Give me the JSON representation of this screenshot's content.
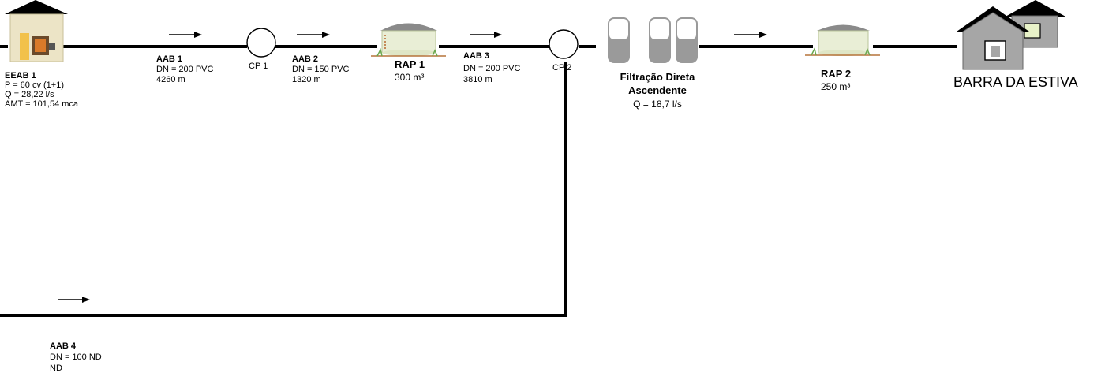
{
  "eeab": {
    "name": "EEAB 1",
    "power": "P = 60 cv (1+1)",
    "flow": "Q = 28,22 l/s",
    "head": "AMT = 101,54 mca"
  },
  "aab1": {
    "name": "AAB 1",
    "dn": "DN = 200 PVC",
    "length": "4260 m"
  },
  "aab2": {
    "name": "AAB 2",
    "dn": "DN = 150 PVC",
    "length": "1320 m"
  },
  "aab3": {
    "name": "AAB 3",
    "dn": "DN = 200 PVC",
    "length": "3810 m"
  },
  "aab4": {
    "name": "AAB 4",
    "dn": "DN = 100 ND",
    "length": "ND"
  },
  "cp1": {
    "label": "CP 1"
  },
  "cp2": {
    "label": "CP 2"
  },
  "rap1": {
    "name": "RAP 1",
    "volume": "300 m³"
  },
  "rap2": {
    "name": "RAP 2",
    "volume": "250 m³"
  },
  "filtration": {
    "line1": "Filtração Direta",
    "line2": "Ascendente",
    "flow": "Q = 18,7 l/s"
  },
  "destination": {
    "label": "BARRA DA ESTIVA"
  },
  "colors": {
    "pipe": "#000000",
    "filter_fill": "#9a9a9a",
    "filter_top": "#ffffff",
    "house_fill": "#a6a6a6",
    "house_window": "#e8f2c8",
    "tank_body": "#e9eed6",
    "tank_roof": "#8a8a8a"
  },
  "icons": {
    "pump_station": "pump-station-icon",
    "tank": "water-tank-icon",
    "filter": "filter-unit-icon",
    "house": "house-icon",
    "arrow": "flow-arrow-icon"
  }
}
